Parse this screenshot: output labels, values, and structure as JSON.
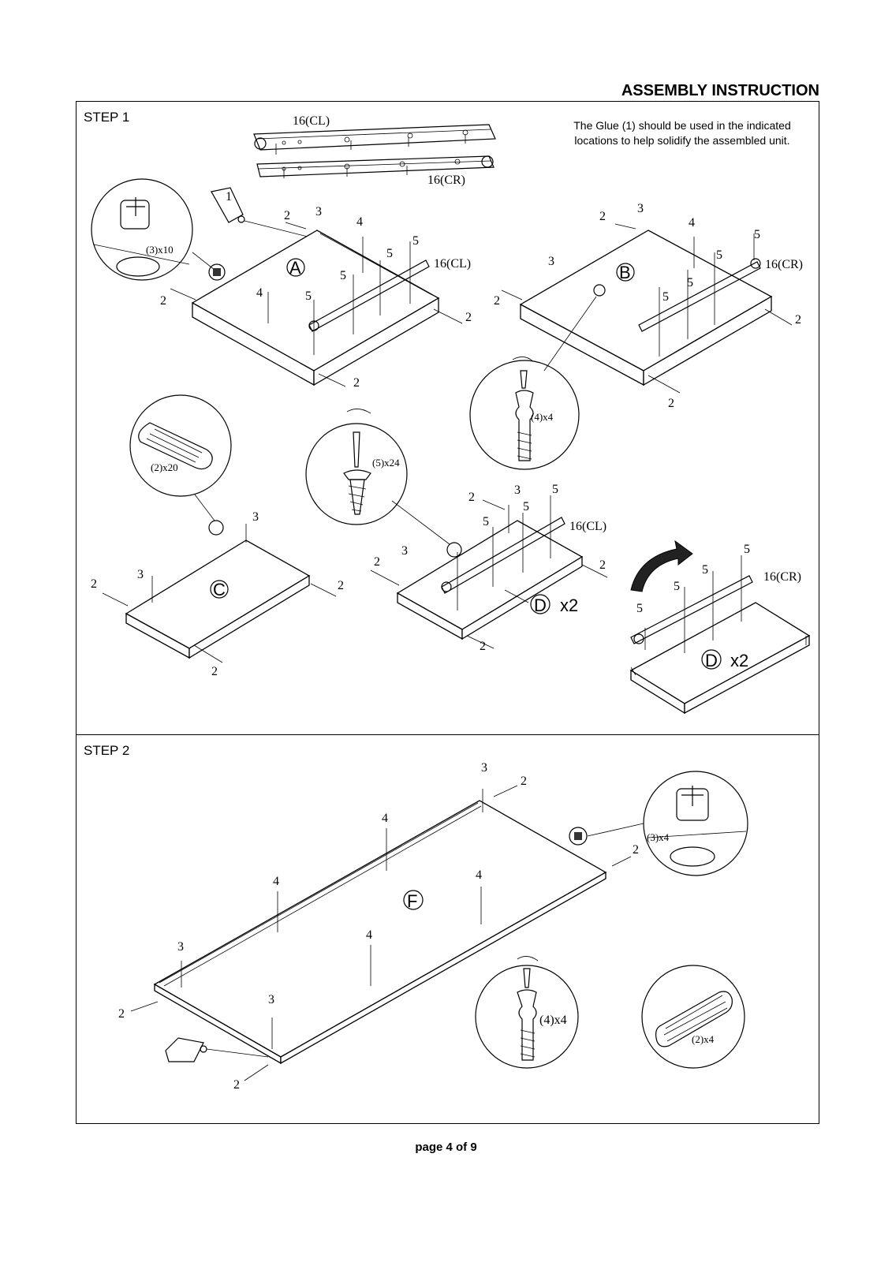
{
  "header": {
    "title": "ASSEMBLY INSTRUCTION"
  },
  "step1": {
    "label": "STEP 1",
    "glue_note_line1": "The Glue (1) should be used in the indicated",
    "glue_note_line2": "locations to help solidify the assembled unit.",
    "rail_left_label": "16(CL)",
    "rail_right_label": "16(CR)",
    "part_labels": {
      "glue": "1",
      "dowel": "2",
      "cam": "3",
      "bolt": "4",
      "screw": "5"
    },
    "panel_labels": {
      "a": "A",
      "b": "B",
      "c": "C",
      "d": "D"
    },
    "multiplier_x2": "x2",
    "callouts": {
      "cam_qty": "(3)x10",
      "bolt_qty": "(4)x4",
      "screw_qty": "(5)x24",
      "dowel_qty": "(2)x20"
    }
  },
  "step2": {
    "label": "STEP 2",
    "panel_label": "F",
    "callouts": {
      "cam_qty": "(3)x4",
      "bolt_qty": "(4)x4",
      "dowel_qty": "(2)x4"
    }
  },
  "footer": {
    "page": "page 4 of 9"
  }
}
